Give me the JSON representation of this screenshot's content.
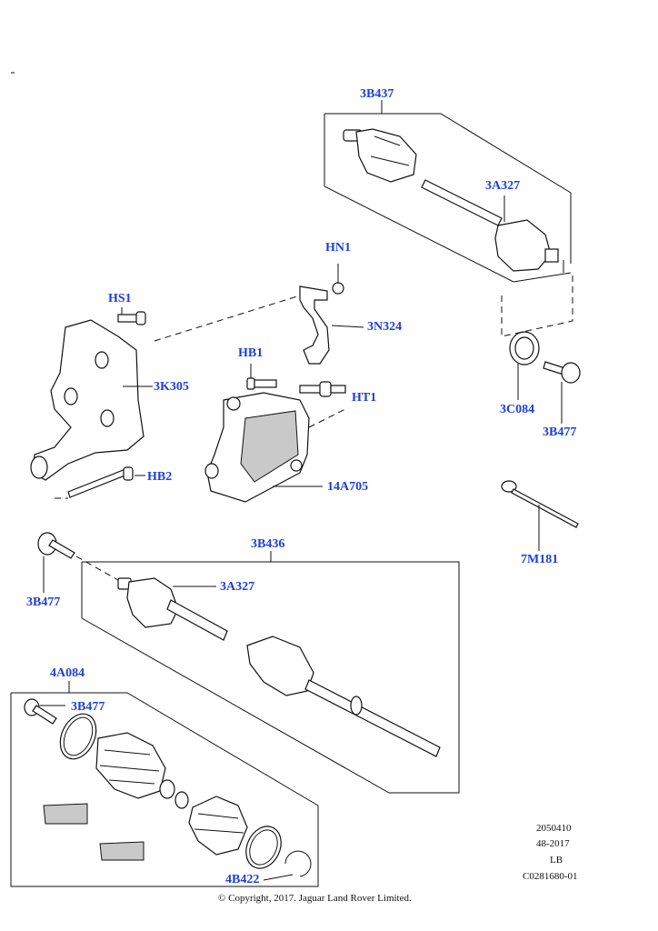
{
  "callouts": {
    "c_3B437": "3B437",
    "c_3A327_top": "3A327",
    "c_HN1": "HN1",
    "c_3N324": "3N324",
    "c_HS1": "HS1",
    "c_3K305": "3K305",
    "c_HB1": "HB1",
    "c_HT1": "HT1",
    "c_HB2": "HB2",
    "c_14A705": "14A705",
    "c_3C084": "3C084",
    "c_3B477_right": "3B477",
    "c_7M181": "7M181",
    "c_3B436": "3B436",
    "c_3B477_left": "3B477",
    "c_3A327_mid": "3A327",
    "c_4A084": "4A084",
    "c_3B477_kit": "3B477",
    "c_4B422": "4B422"
  },
  "footer": {
    "code1": "2050410",
    "code2": "48-2017",
    "code3": "LB",
    "code4": "C0281680-01",
    "copyright": "© Copyright, 2017. Jaguar Land Rover Limited."
  },
  "colors": {
    "callout": "#1f3fd6",
    "line": "#111111",
    "shade": "#c9c9c9"
  }
}
